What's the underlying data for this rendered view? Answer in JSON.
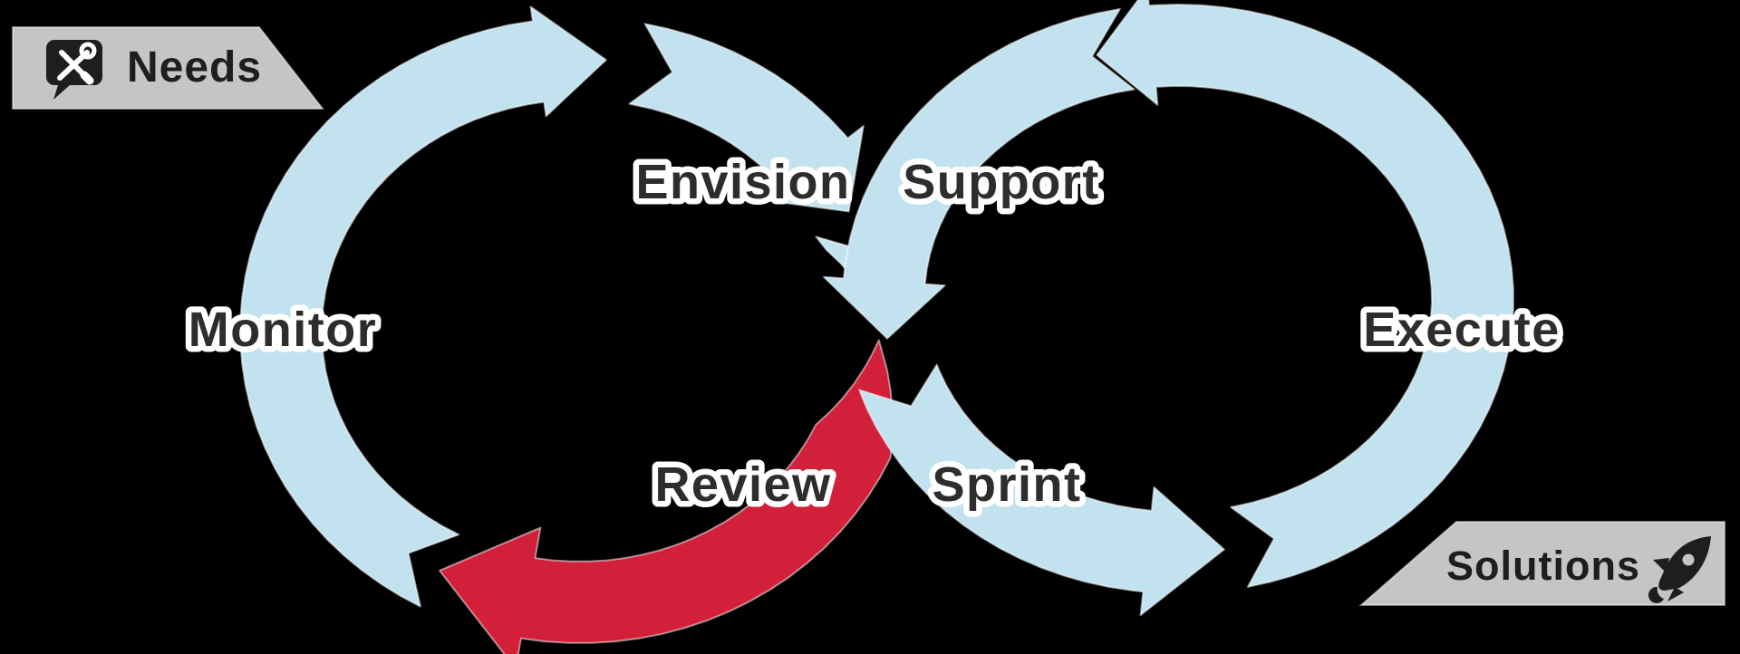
{
  "diagram": {
    "stages": {
      "envision": "Envision",
      "support": "Support",
      "monitor": "Monitor",
      "execute": "Execute",
      "review": "Review",
      "sprint": "Sprint"
    },
    "tags": {
      "needs": {
        "label": "Needs",
        "icon": "tools-speech-bubble-icon"
      },
      "solutions": {
        "label": "Solutions",
        "icon": "rocket-icon"
      }
    }
  },
  "colors": {
    "background": "#000000",
    "arrow_blue": "#c2e2f0",
    "arrow_red": "#d2203a",
    "tag_bg": "#c6c5c5",
    "tag_text": "#1e1e1e",
    "icon_dark": "#1e1e1e",
    "label_text": "#2d2d2d",
    "label_outline": "#ffffff"
  }
}
